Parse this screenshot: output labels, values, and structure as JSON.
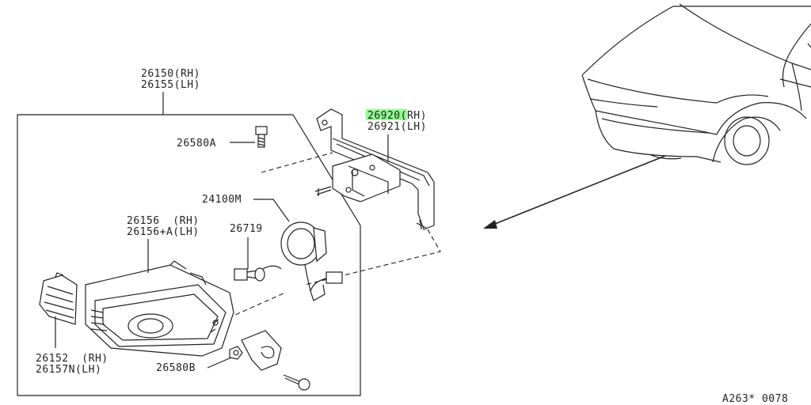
{
  "labels": {
    "assy_rh": "26150(RH)",
    "assy_lh": "26155(LH)",
    "bracket_rh_code": "26920",
    "bracket_rh_suffix": "(RH)",
    "bracket_lh": "26921(LH)",
    "bolt_a": "26580A",
    "socket": "24100M",
    "lamp_rh": "26156  (RH)",
    "lamp_lh": "26156+A(LH)",
    "bulb": "26719",
    "lens_rh": "26152  (RH)",
    "lens_lh": "26157N(LH)",
    "bolt_b": "26580B",
    "ref_code": "A263* 0078"
  },
  "highlight_color": "#7CFC7C"
}
